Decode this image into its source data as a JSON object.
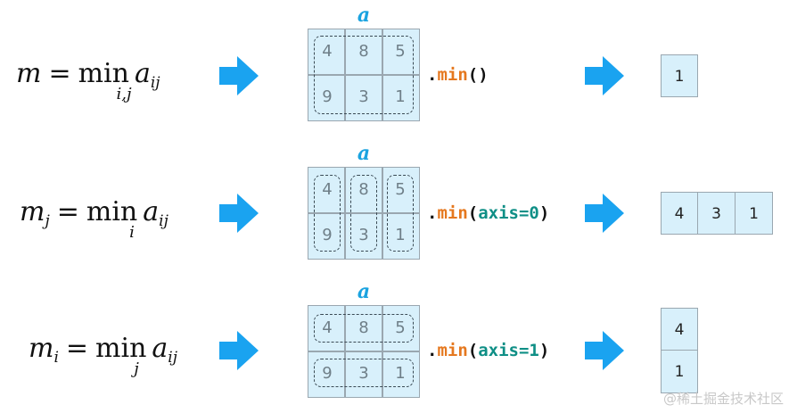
{
  "rows": [
    {
      "formula": {
        "lhs": "m",
        "lhs_sub": "",
        "eq": "=",
        "min": "min",
        "var": "a",
        "var_sub": "ij",
        "under": "i,j"
      },
      "grid_label": "a",
      "cells": [
        "4",
        "8",
        "5",
        "9",
        "3",
        "1"
      ],
      "code": {
        "dot": ".",
        "fn": "min",
        "open": "(",
        "kw": "",
        "close": ")"
      },
      "result": [
        "1"
      ]
    },
    {
      "formula": {
        "lhs": "m",
        "lhs_sub": "j",
        "eq": "=",
        "min": "min",
        "var": "a",
        "var_sub": "ij",
        "under": "i"
      },
      "grid_label": "a",
      "cells": [
        "4",
        "8",
        "5",
        "9",
        "3",
        "1"
      ],
      "code": {
        "dot": ".",
        "fn": "min",
        "open": "(",
        "kw": "axis=0",
        "close": ")"
      },
      "result": [
        "4",
        "3",
        "1"
      ]
    },
    {
      "formula": {
        "lhs": "m",
        "lhs_sub": "i",
        "eq": "=",
        "min": "min",
        "var": "a",
        "var_sub": "ij",
        "under": "j"
      },
      "grid_label": "a",
      "cells": [
        "4",
        "8",
        "5",
        "9",
        "3",
        "1"
      ],
      "code": {
        "dot": ".",
        "fn": "min",
        "open": "(",
        "kw": "axis=1",
        "close": ")"
      },
      "result": [
        "4",
        "1"
      ]
    }
  ],
  "watermark": "@稀土掘金技术社区",
  "colors": {
    "arrow": "#1aa3f0",
    "cell_bg": "#d8f0fb",
    "label": "#1aa3e0",
    "fn": "#e5781f",
    "kw": "#0f8f86"
  },
  "icons": {
    "arrow": "right-arrow-icon"
  }
}
